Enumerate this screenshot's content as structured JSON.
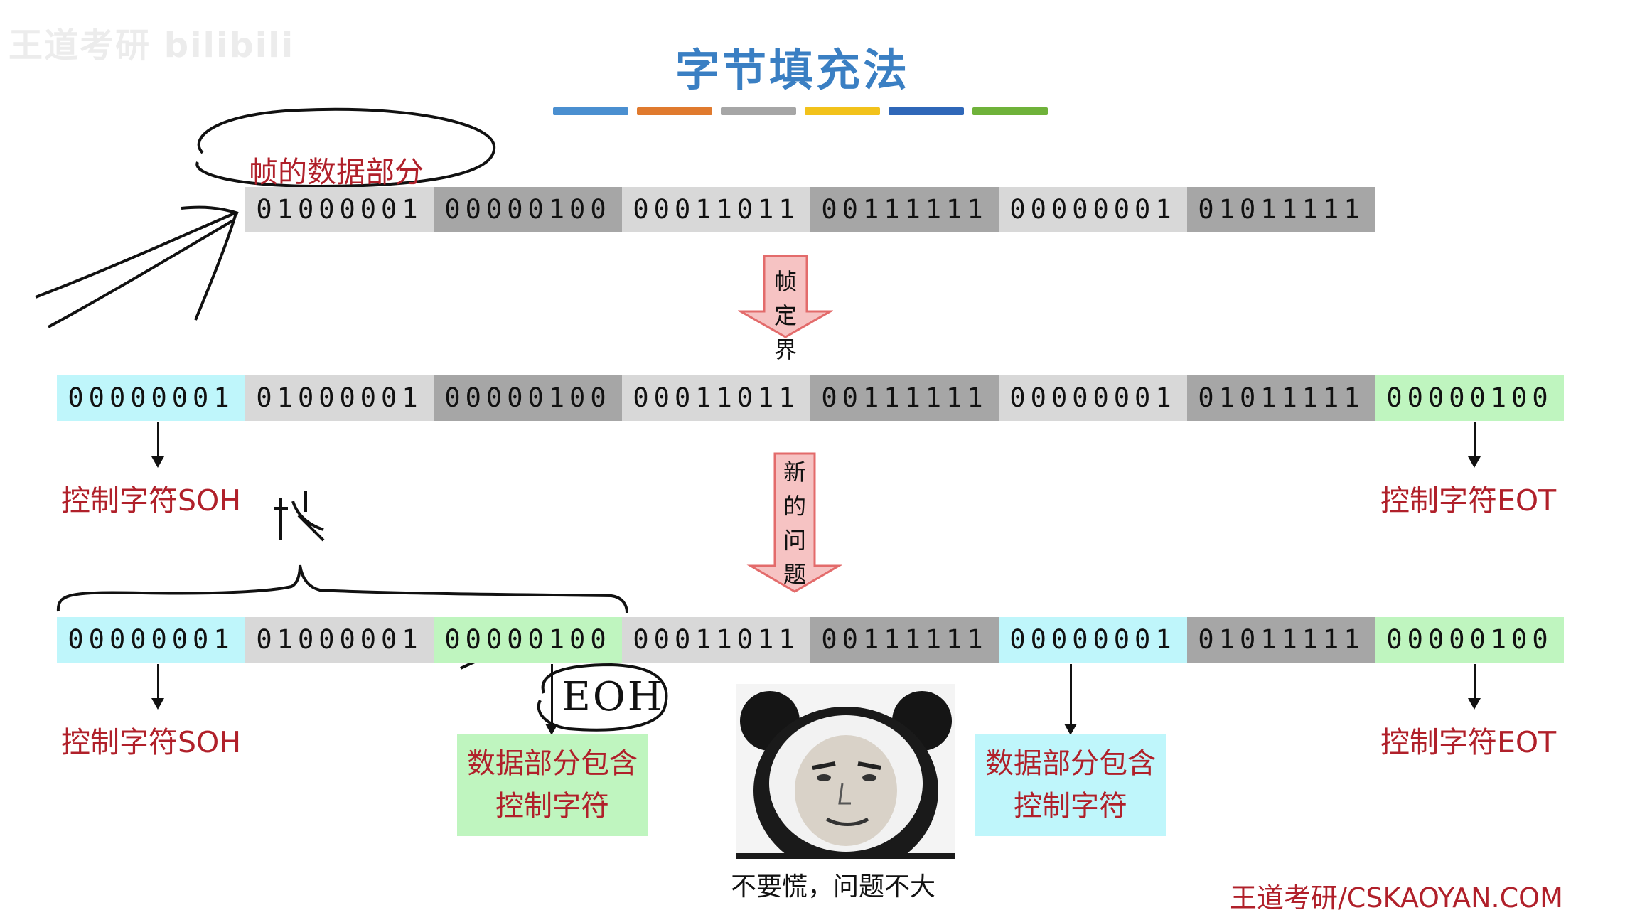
{
  "title": "字节填充法",
  "watermark": "王道考研 bilibili",
  "color_bar": [
    "#4a8fd0",
    "#e07a2e",
    "#a6a6a6",
    "#f2c21b",
    "#2f67b8",
    "#6fb23a"
  ],
  "annotation": {
    "ellipse_label": "帧的数据部分",
    "handwritten_frame": "帧",
    "handwritten_eoh": "EOH"
  },
  "rows": {
    "top": [
      "01000001",
      "00000100",
      "00011011",
      "00111111",
      "00000001",
      "01011111"
    ],
    "middle": [
      "00000001",
      "01000001",
      "00000100",
      "00011011",
      "00111111",
      "00000001",
      "01011111",
      "00000100"
    ],
    "bottom": [
      "00000001",
      "01000001",
      "00000100",
      "00011011",
      "00111111",
      "00000001",
      "01011111",
      "00000100"
    ]
  },
  "arrows": {
    "framing": "帧定界",
    "new_problem": "新的问题"
  },
  "labels": {
    "soh_mid": "控制字符SOH",
    "eot_mid": "控制字符EOT",
    "soh_bot": "控制字符SOH",
    "eot_bot": "控制字符EOT",
    "data_contains_1_line1": "数据部分包含",
    "data_contains_1_line2": "控制字符",
    "data_contains_2_line1": "数据部分包含",
    "data_contains_2_line2": "控制字符"
  },
  "meme_caption": "不要慌，问题不大",
  "footer": "王道考研/CSKAOYAN.COM"
}
